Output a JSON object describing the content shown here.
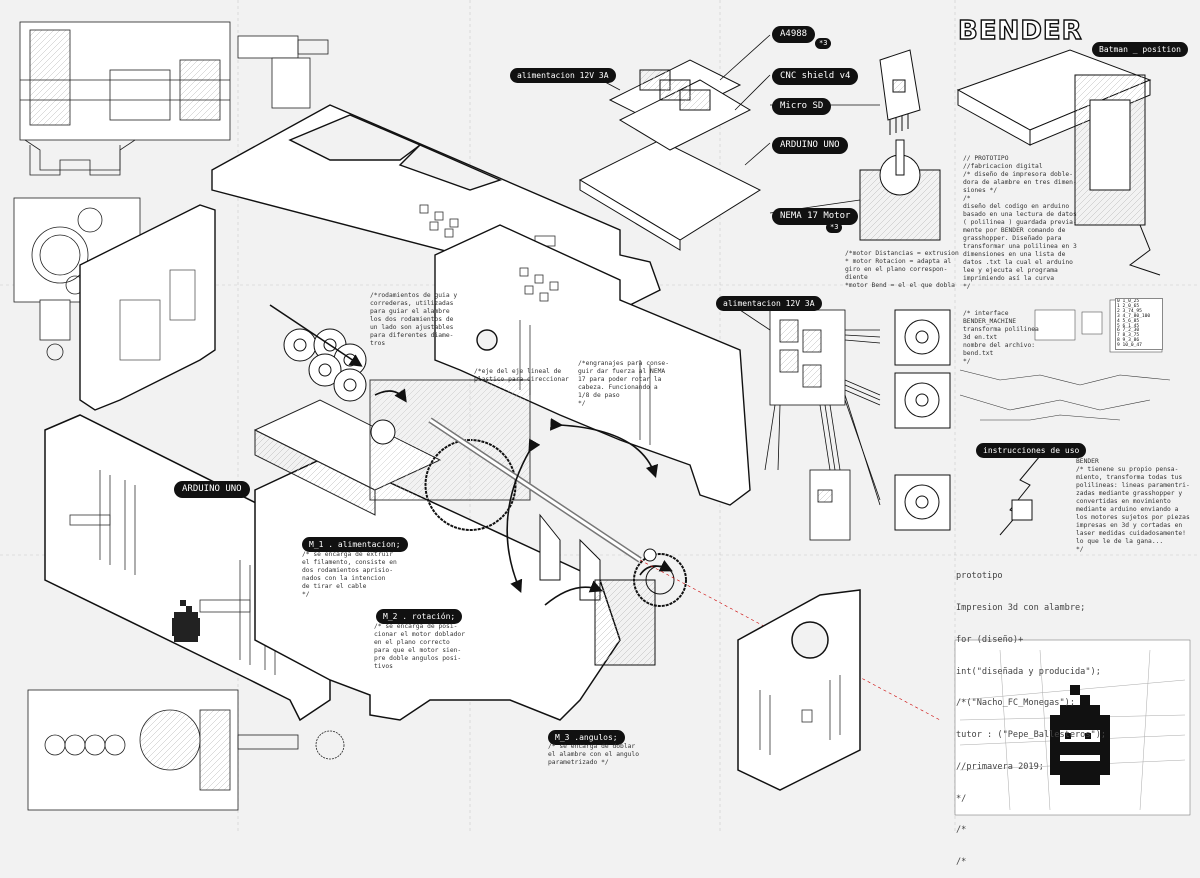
{
  "title": "BENDER",
  "labels": {
    "a4988": "A4988",
    "a4988_qty": "*3",
    "cnc_shield": "CNC shield v4",
    "micro_sd": "Micro SD",
    "arduino_top": "ARDUINO UNO",
    "nema17": "NEMA 17 Motor",
    "nema17_qty": "*3",
    "power_top": "alimentacion 12V 3A",
    "power_mid": "alimentacion 12V 3A",
    "batman": "Batman _ position",
    "arduino_main": "ARDUINO UNO",
    "m1": "M_1 . alimentacion;",
    "m2": "M_2 . rotación;",
    "m3": "M_3 .angulos;",
    "instrucciones": "instrucciones de uso"
  },
  "notes": {
    "prototipo": "// PROTOTIPO\n//fabricacion digital\n/* diseño de impresora doble-\ndora de alambre en tres dimen-\nsiones */\n/*\ndiseño del codigo en arduino\nbasado en una lectura de datos\n( polilinea ) guardada previa-\nmente por BENDER comando de\ngrasshopper. Diseñado para\ntransformar una polilinea en 3\ndimensiones en una lista de\ndatos .txt la cual el arduino\nlee y ejecuta el programa\nimprimiendo así la curva\n*/",
    "motor_info": "/*motor Distancias = extrusion\n* motor Rotacion = adapta al\ngiro en el plano correspon-\ndiente\n*motor Bend = el el que dobla",
    "interface": "/* interface\nBENDER_MACHINE\ntransforma polilinea\n3d en.txt\nnombre del archivo:\nbend.txt\n*/",
    "bender_desc": "BENDER\n/* tienene su propio pensa-\nmiento, transforma todas tus\npolilineas: lineas paramentri-\nzadas mediante grasshopper y\nconvertidas en movimiento\nmediante arduino enviando a\nlos motores sujetos por piezas\nimpresas en 3d y cortadas en\nlaser medidas cuidadosamente!\nlo que le de la gana...\n*/",
    "rodamientos": "/*rodamientos de guia y\ncorrederas, utilizadas\npara guiar el alambre\nlos dos rodamientos de\nun lado son ajustables\npara diferentes diame-\ntros",
    "eje_lineal": "/*eje del eje lineal de\nplastico para direccionar",
    "engranajes": "/*engranajes para conse-\nguir dar fuerza al NEMA\n17 para poder rotar la\ncabeza. Funcionando a\n1/8 de paso\n*/",
    "m1_desc": "/* se encarga de extruir\nel filamento, consiste en\ndos rodamientos aprisio-\nnados con la intencion\nde tirar el cable\n*/",
    "m2_desc": "/* se encarga de posi-\ncionar el motor doblador\nen el plano correcto\npara que el motor sien-\npre doble angulos posi-\ntivos",
    "m3_desc": "/* se encarga de doblar\nel alambre con el angulo\nparametrizado */"
  },
  "code_lines": [
    "prototipo",
    "Impresion 3d con alambre;",
    "for (diseño)+",
    "int(\"diseñada y producida\");",
    "/*(\"Nacho_FC_Monegas\");",
    "tutor : (\"Pepe_Ballesteros\");",
    "//primavera 2019;",
    "*/",
    "/*",
    "/*"
  ],
  "data_list": [
    "0 1_0_25",
    "1 2_0_65",
    "2 3_74_95",
    "3 4_7_80_100",
    "4 5_6_85",
    "5 6_1_45",
    "6 7_2_30",
    "7 8_3_75",
    "8 9_3_86",
    "9 10_0_47"
  ],
  "colors": {
    "ink": "#111111",
    "paper": "#f2f2f2",
    "panel": "#ffffff",
    "grid": "#bcbcbc"
  }
}
